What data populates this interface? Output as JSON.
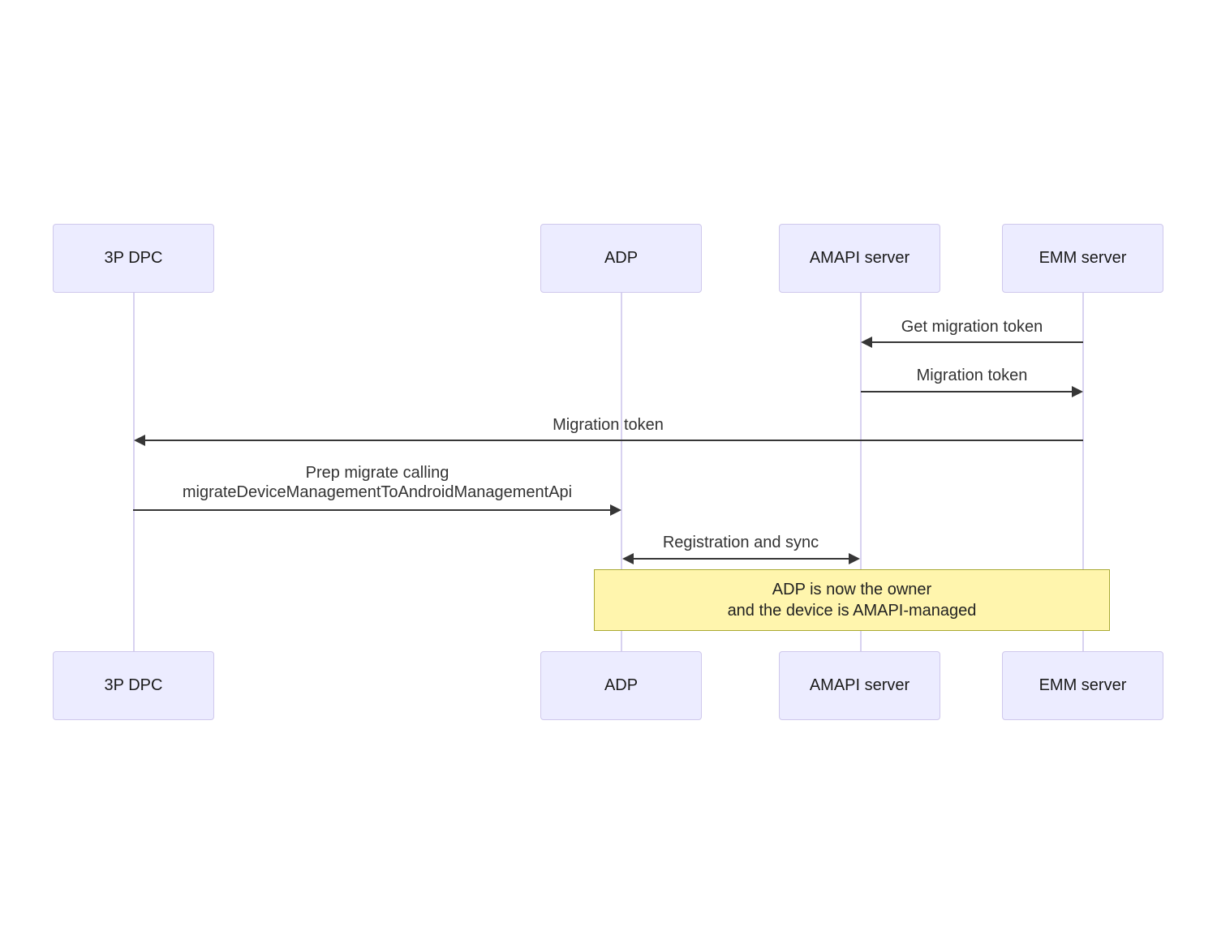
{
  "diagram": {
    "type": "sequence-diagram",
    "actors": [
      {
        "label": "3P DPC"
      },
      {
        "label": "ADP"
      },
      {
        "label": "AMAPI server"
      },
      {
        "label": "EMM server"
      }
    ],
    "messages": [
      {
        "label": "Get migration token",
        "from": "EMM server",
        "to": "AMAPI server",
        "arrow": "left"
      },
      {
        "label": "Migration token",
        "from": "AMAPI server",
        "to": "EMM server",
        "arrow": "right"
      },
      {
        "label": "Migration token",
        "from": "EMM server",
        "to": "3P DPC",
        "arrow": "left"
      },
      {
        "label_lines": [
          "Prep migrate calling",
          "migrateDeviceManagementToAndroidManagementApi"
        ],
        "from": "3P DPC",
        "to": "ADP",
        "arrow": "right"
      },
      {
        "label": "Registration and sync",
        "from": "ADP",
        "to": "AMAPI server",
        "arrow": "both"
      }
    ],
    "note": {
      "lines": [
        "ADP is now the owner",
        "and the device is AMAPI-managed"
      ],
      "across": "ADP to EMM server"
    },
    "theme": {
      "background": "#ffffff",
      "actor_fill": "#ECECFF",
      "actor_border": "#CFC8EC",
      "actor_text": "#1a1a1a",
      "lifeline": "#D8D2F0",
      "message_line": "#363636",
      "message_text": "#333333",
      "note_fill": "#FFF5AD",
      "note_border": "#AAAA33",
      "note_text": "#222222"
    }
  }
}
